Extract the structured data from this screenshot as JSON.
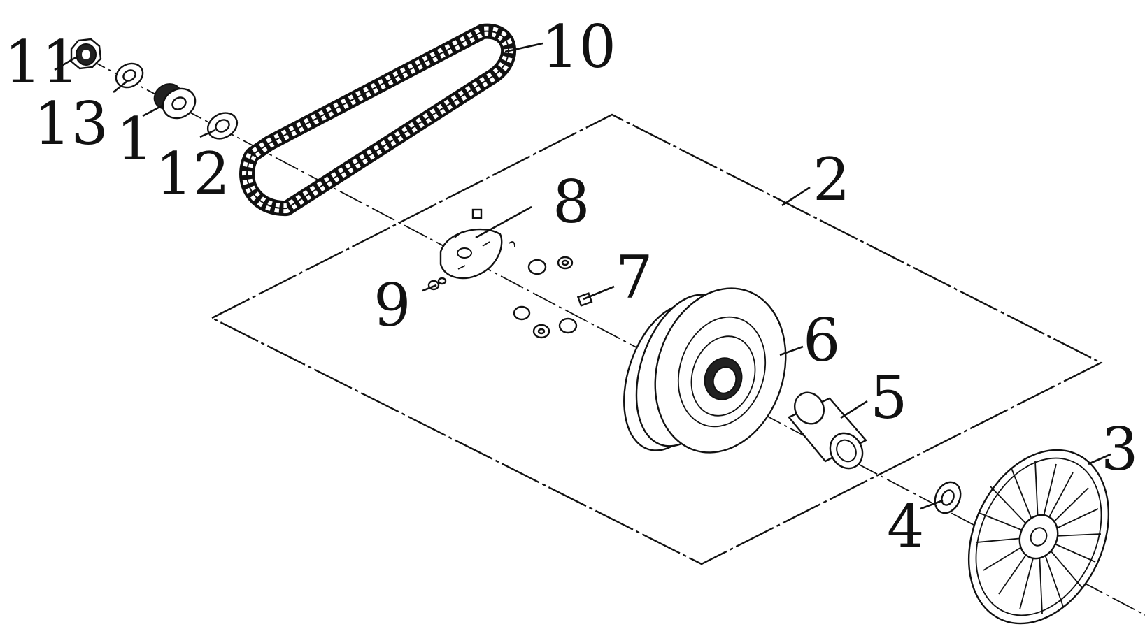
{
  "diagram": {
    "labels": {
      "p1": "1",
      "p2": "2",
      "p3": "3",
      "p4": "4",
      "p5": "5",
      "p6": "6",
      "p7": "7",
      "p8": "8",
      "p9": "9",
      "p10": "10",
      "p11": "11",
      "p12": "12",
      "p13": "13"
    },
    "colors": {
      "ink": "#111111",
      "background": "#ffffff"
    }
  }
}
